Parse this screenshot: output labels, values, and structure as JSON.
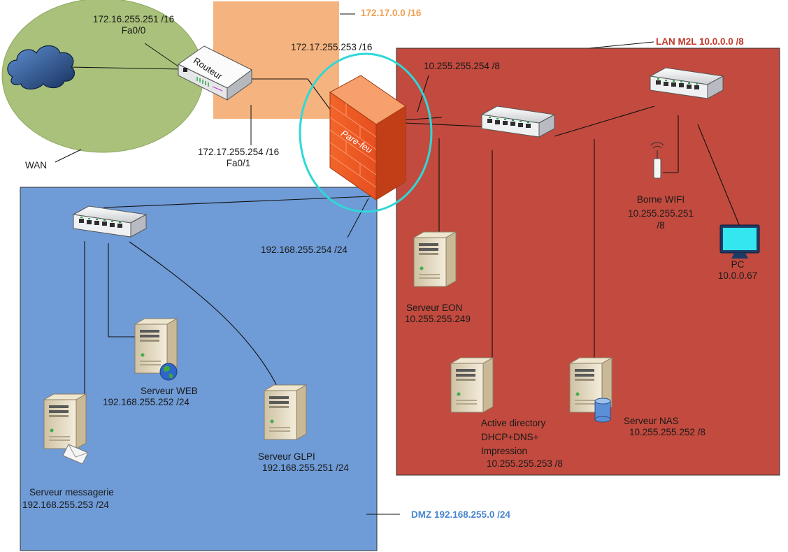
{
  "zones": {
    "wan": {
      "label": "WAN",
      "color": "#a9c17a"
    },
    "transit": {
      "label": "172.17.0.0 /16",
      "color": "#f5b47f",
      "label_color": "#f0a050"
    },
    "lan": {
      "label": "LAN M2L  10.0.0.0 /8",
      "color": "#c24a3e",
      "label_color": "#c0392b"
    },
    "dmz": {
      "label": "DMZ  192.168.255.0 /24",
      "color": "#6f9bd6",
      "label_color": "#4a86cf"
    }
  },
  "router": {
    "name": "Routeur",
    "wan_ip": "172.16.255.251 /16",
    "wan_if": "Fa0/0",
    "transit_ip": "172.17.255.254 /16",
    "transit_if": "Fa0/1"
  },
  "firewall": {
    "name": "Pare-feu",
    "transit_ip": "172.17.255.253 /16",
    "lan_ip": "10.255.255.254 /8",
    "dmz_ip": "192.168.255.254 /24",
    "highlight_color": "#2fd8d8"
  },
  "lan_devices": {
    "eon": {
      "name": "Serveur EON",
      "ip": "10.255.255.249"
    },
    "ad": {
      "line1": "Active directory",
      "line2": "DHCP+DNS+",
      "line3": "Impression",
      "ip": "10.255.255.253 /8"
    },
    "nas": {
      "name": "Serveur NAS",
      "ip": "10.255.255.252 /8"
    },
    "wifi": {
      "name": "Borne WIFI",
      "ip": "10.255.255.251",
      "mask": "/8"
    },
    "pc": {
      "name": "PC",
      "ip": "10.0.0.67"
    }
  },
  "dmz_devices": {
    "web": {
      "name": "Serveur WEB",
      "ip": "192.168.255.252 /24"
    },
    "glpi": {
      "name": "Serveur GLPI",
      "ip": "192.168.255.251 /24"
    },
    "mail": {
      "name": "Serveur messagerie",
      "ip": "192.168.255.253 /24"
    }
  },
  "icons": [
    "cloud-icon",
    "router-icon",
    "firewall-icon",
    "switch-icon",
    "server-icon",
    "globe-icon",
    "envelope-icon",
    "database-icon",
    "antenna-icon",
    "monitor-icon"
  ]
}
